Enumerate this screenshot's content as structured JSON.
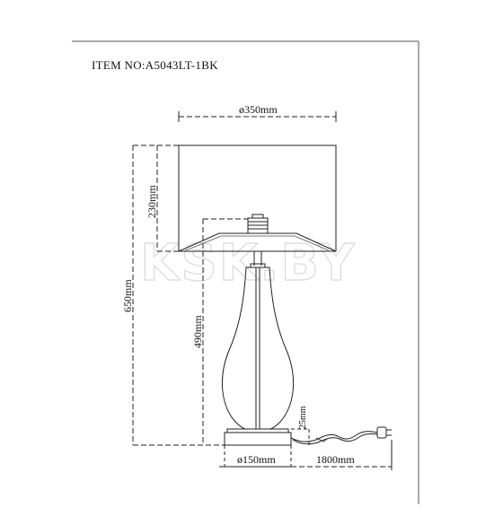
{
  "sheet": {
    "item_label": "ITEM NO:A5043LT-1BK",
    "watermark": "KSK.BY"
  },
  "dimensions": {
    "shade_diameter": "ø350mm",
    "shade_height": "230mm",
    "total_height": "650mm",
    "body_height": "490mm",
    "base_height": "25mm",
    "base_diameter": "ø150mm",
    "cord_length": "1800mm"
  }
}
